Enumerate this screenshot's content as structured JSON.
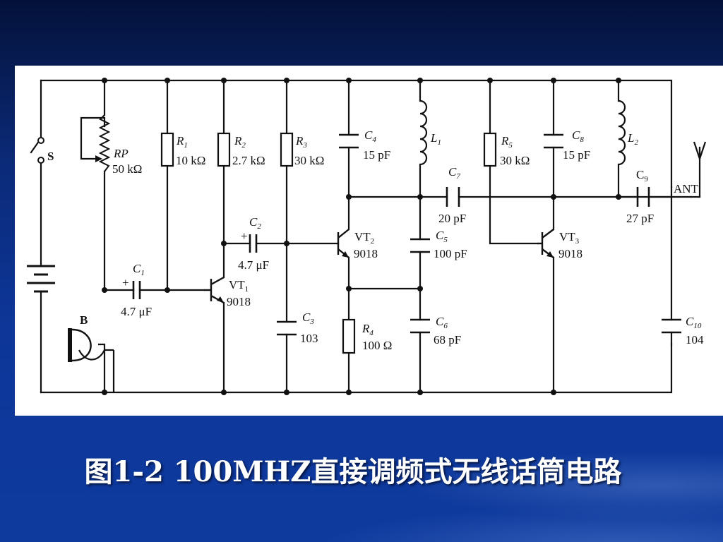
{
  "caption": "图1-2   100MHZ直接调频式无线话筒电路",
  "switch": {
    "label": "S"
  },
  "potentiometer": {
    "name": "RP",
    "value": "50 kΩ"
  },
  "microphone": {
    "label": "B"
  },
  "antenna": {
    "label": "ANT"
  },
  "resistors": [
    {
      "name": "R",
      "sub": "1",
      "value": "10 kΩ"
    },
    {
      "name": "R",
      "sub": "2",
      "value": "2.7 kΩ"
    },
    {
      "name": "R",
      "sub": "3",
      "value": "30 kΩ"
    },
    {
      "name": "R",
      "sub": "4",
      "value": "100 Ω"
    },
    {
      "name": "R",
      "sub": "5",
      "value": "30 kΩ"
    }
  ],
  "capacitors": [
    {
      "name": "C",
      "sub": "1",
      "value": "4.7 μF",
      "polarity": "+"
    },
    {
      "name": "C",
      "sub": "2",
      "value": "4.7 μF",
      "polarity": "+"
    },
    {
      "name": "C",
      "sub": "3",
      "value": "103"
    },
    {
      "name": "C",
      "sub": "4",
      "value": "15 pF"
    },
    {
      "name": "C",
      "sub": "5",
      "value": "100 pF"
    },
    {
      "name": "C",
      "sub": "6",
      "value": "68 pF"
    },
    {
      "name": "C",
      "sub": "7",
      "value": "20 pF"
    },
    {
      "name": "C",
      "sub": "8",
      "value": "15 pF"
    },
    {
      "name": "C",
      "sub": "9",
      "value": "27 pF"
    },
    {
      "name": "C",
      "sub": "10",
      "value": "104"
    }
  ],
  "inductors": [
    {
      "name": "L",
      "sub": "1"
    },
    {
      "name": "L",
      "sub": "2"
    }
  ],
  "transistors": [
    {
      "name": "VT",
      "sub": "1",
      "model": "9018"
    },
    {
      "name": "VT",
      "sub": "2",
      "model": "9018"
    },
    {
      "name": "VT",
      "sub": "3",
      "model": "9018"
    }
  ]
}
